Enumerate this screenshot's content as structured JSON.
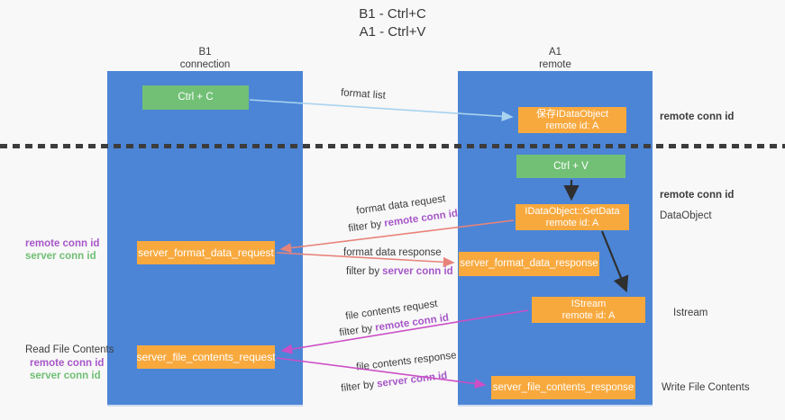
{
  "title": {
    "line1": "B1 - Ctrl+C",
    "line2": "A1 - Ctrl+V"
  },
  "lanes": {
    "left": {
      "name": "B1",
      "role": "connection"
    },
    "right": {
      "name": "A1",
      "role": "remote"
    }
  },
  "nodes": {
    "ctrl_c": {
      "label": "Ctrl + C"
    },
    "ctrl_v": {
      "label": "Ctrl + V"
    },
    "save_dataobject": {
      "line1": "保存IDataObject",
      "line2": "remote id: A"
    },
    "getdata": {
      "line1": "IDataObject::GetData",
      "line2": "remote id: A"
    },
    "istream": {
      "line1": "IStream",
      "line2": "remote id: A"
    },
    "format_request": {
      "label": "server_format_data_request"
    },
    "format_response": {
      "label": "server_format_data_response"
    },
    "file_request": {
      "label": "server_file_contents_request"
    },
    "file_response": {
      "label": "server_file_contents_response"
    }
  },
  "flow_labels": {
    "format_list": "format list",
    "format_data_request": "format data request",
    "format_data_response": "format data response",
    "file_contents_request": "file contents request",
    "file_contents_response": "file contents response",
    "filter_by": "filter by",
    "remote_conn_id": "remote conn id",
    "server_conn_id": "server conn id"
  },
  "side_labels": {
    "remote_conn_id": "remote conn id",
    "server_conn_id": "server conn id",
    "dataobject": "DataObject",
    "istream": "Istream",
    "read_file_contents": "Read File Contents",
    "write_file_contents": "Write File Contents"
  },
  "colors": {
    "lane": "#4c85d6",
    "node_green": "#72c076",
    "node_orange": "#f8a93e",
    "arrow_blue": "#a9d3ef",
    "arrow_salmon": "#e8837a",
    "arrow_magenta": "#cb4fc6",
    "arrow_black": "#2f2f2f",
    "text_purple": "#a757c8",
    "text_green": "#6fbf74",
    "text_dark": "#3c3c3c",
    "background": "#f8f8f8"
  }
}
